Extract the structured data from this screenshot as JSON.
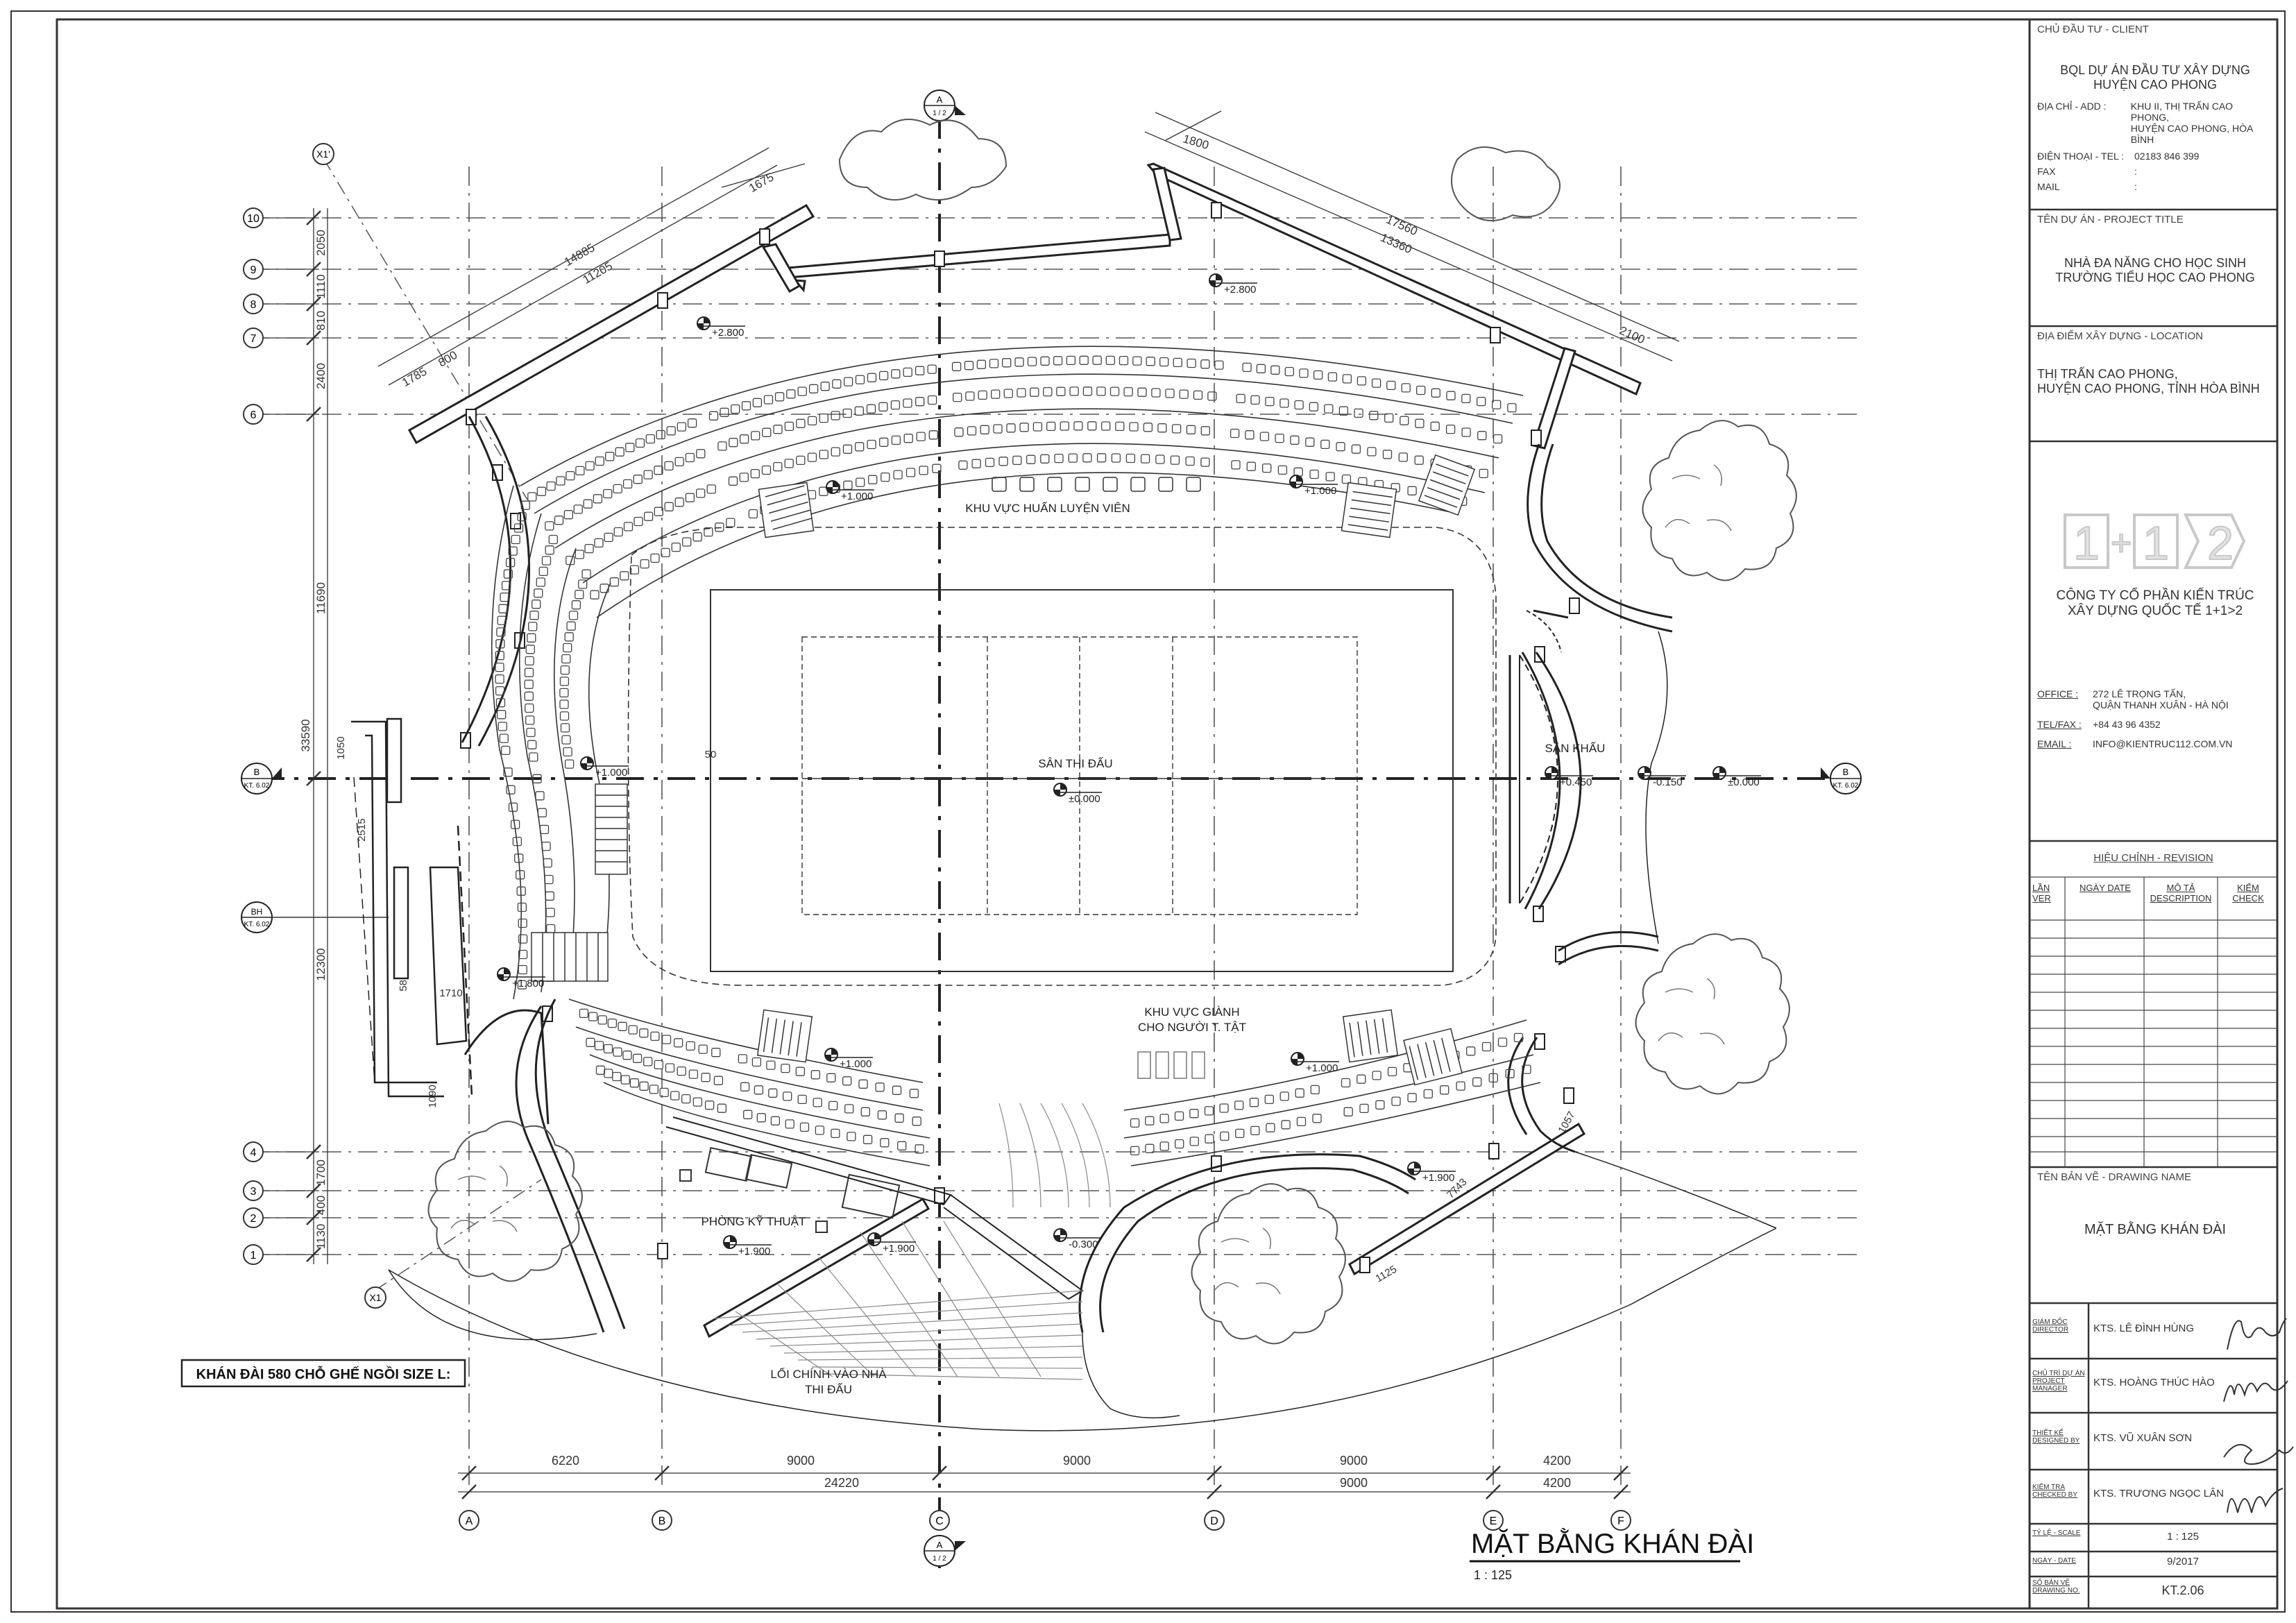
{
  "plan": {
    "grid_rows": [
      "10",
      "9",
      "8",
      "7",
      "6",
      "4",
      "3",
      "2",
      "1"
    ],
    "grid_cols": [
      "A",
      "B",
      "C",
      "D",
      "E",
      "F"
    ],
    "section_marks": {
      "a_top": "A",
      "a_top_sheet": "1 / 2",
      "a_bottom": "A",
      "a_bottom_sheet": "1 / 2",
      "b_right": "B",
      "b_right_sheet": "KT. 6.02",
      "b_left": "B",
      "b_left_sheet": "KT. 6.02"
    },
    "elevation_mark": {
      "label": "BH",
      "sheet": "KT. 6.02"
    },
    "axis_x1": "X1",
    "axis_x1_top": "X1'",
    "dims_left": [
      "2050",
      "1110",
      "810",
      "2400",
      "11690",
      "33590",
      "12300",
      "1700",
      "400",
      "1130"
    ],
    "dims_bottom_upper": [
      "6220",
      "9000",
      "9000",
      "9000",
      "4200"
    ],
    "dims_bottom_lower": [
      "24220",
      "9000",
      "4200"
    ],
    "dims_top": [
      "1675",
      "14885",
      "11205",
      "1785",
      "800",
      "1800",
      "17560",
      "13360",
      "2100"
    ],
    "dims_misc": [
      "1050",
      "2515",
      "5895",
      "1710",
      "1090",
      "1125",
      "7743",
      "1057",
      "50"
    ],
    "levels": [
      "+2.800",
      "+2.800",
      "+1.000",
      "+1.000",
      "+1.000",
      "±0.000",
      "+0.450",
      "-0.150",
      "±0.000",
      "+1.000",
      "+1.000",
      "+1.900",
      "+1.900",
      "-0.300",
      "+1.900",
      "+1.800"
    ],
    "labels": {
      "coach_area": "KHU VỰC HUẤN LUYỆN VIÊN",
      "court": "SÂN THI ĐẤU",
      "stage": "SÂN KHẤU",
      "disabled_area_1": "KHU VỰC GIÀNH",
      "disabled_area_2": "CHO NGƯỜI T. TẬT",
      "tech_room": "PHÒNG KỸ THUẬT",
      "main_entry_1": "LỐI CHÍNH VÀO NHÀ",
      "main_entry_2": "THI ĐẤU",
      "note": "KHÁN ĐÀI 580 CHỖ GHẾ NGỒI SIZE L:",
      "drawing_title": "MẶT BẰNG KHÁN ĐÀI",
      "drawing_scale": "1 : 125"
    }
  },
  "title_block": {
    "client": {
      "header": "CHỦ ĐẦU TƯ - CLIENT",
      "name_1": "BQL DỰ ÁN ĐẦU TƯ XÂY DỰNG",
      "name_2": "HUYỆN CAO PHONG",
      "addr_label": "ĐỊA CHỈ - ADD :",
      "addr_1": "KHU II, THỊ TRẤN CAO PHONG,",
      "addr_2": "HUYỆN CAO PHONG, HÒA BÌNH",
      "tel_label": "ĐIỆN THOẠI - TEL :",
      "tel": "02183 846 399",
      "fax_label": "FAX",
      "mail_label": "MAIL",
      "colon": ":"
    },
    "project": {
      "header": "TÊN DỰ ÁN - PROJECT TITLE",
      "name_1": "NHÀ ĐA NĂNG CHO HỌC SINH",
      "name_2": "TRƯỜNG TIỂU HỌC CAO PHONG"
    },
    "location": {
      "header": "ĐỊA ĐIỂM XÂY DỰNG - LOCATION",
      "line_1": "THỊ TRẤN CAO PHONG,",
      "line_2": "HUYỆN CAO PHONG, TỈNH HÒA BÌNH"
    },
    "company": {
      "logo_a": "1",
      "logo_op": "+",
      "logo_b": "1",
      "logo_c": "2",
      "name_1": "CÔNG TY CỔ PHẦN KIẾN TRÚC",
      "name_2": "XÂY DỰNG QUỐC TẾ 1+1>2",
      "office_label": "OFFICE :",
      "office_1": "272 LÊ TRỌNG TẤN,",
      "office_2": "QUẬN THANH XUÂN - HÀ NỘI",
      "tel_label": "TEL/FAX :",
      "tel": "+84 43 96 4352",
      "email_label": "EMAIL :",
      "email": "INFO@KIENTRUC112.COM.VN"
    },
    "revision": {
      "header": "HIỆU CHỈNH - REVISION",
      "columns": [
        "LẦN VER",
        "NGÀY DATE",
        "MÔ TẢ DESCRIPTION",
        "KIỂM CHECK"
      ]
    },
    "drawing_name": {
      "header": "TÊN BẢN VẼ - DRAWING NAME",
      "value": "MẶT BẰNG KHÁN ĐÀI"
    },
    "signatures": [
      {
        "role": "GIÁM ĐỐC DIRECTOR",
        "name": "KTS. LÊ ĐÌNH HÙNG"
      },
      {
        "role": "CHỦ TRÌ DỰ ÁN PROJECT MANAGER",
        "name": "KTS. HOÀNG THÚC HÀO"
      },
      {
        "role": "THIẾT KẾ DESIGNED BY",
        "name": "KTS. VŨ XUÂN SƠN"
      },
      {
        "role": "KIỂM TRA CHECKED BY",
        "name": "KTS. TRƯƠNG NGỌC LÂN"
      }
    ],
    "meta": [
      {
        "label": "TỶ LỆ - SCALE",
        "value": "1 : 125"
      },
      {
        "label": "NGÀY - DATE",
        "value": "9/2017"
      },
      {
        "label": "SỐ BẢN VẼ DRAWING NO.",
        "value": "KT.2.06"
      }
    ]
  },
  "colors": {
    "line": "#2a2a2a",
    "light": "#777777",
    "paper": "#ffffff",
    "logo": "#d8d8d8"
  }
}
